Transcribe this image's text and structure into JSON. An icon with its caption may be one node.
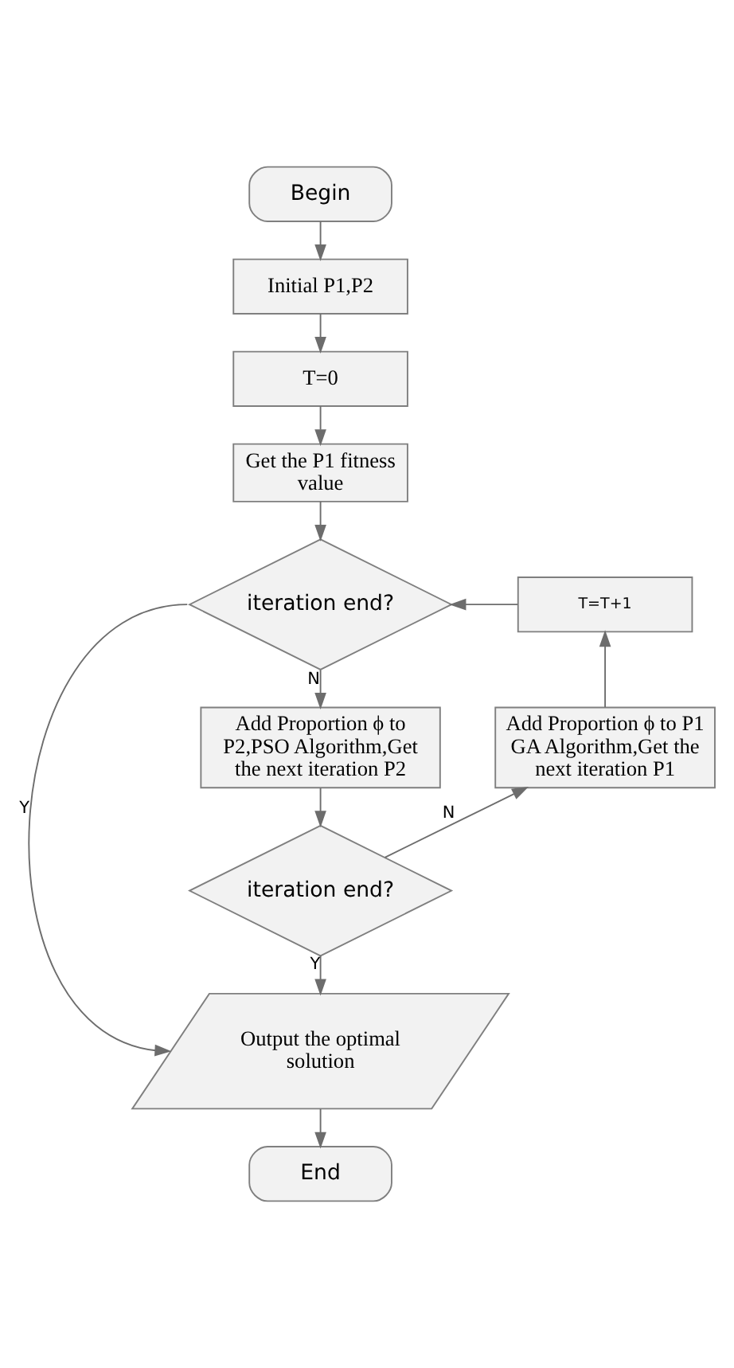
{
  "diagram": {
    "nodes": [
      {
        "text": [
          "Begin"
        ]
      },
      {
        "text": [
          "Initial P1,P2"
        ]
      },
      {
        "text": [
          "T=0"
        ]
      },
      {
        "text": [
          "Get the P1 fitness value"
        ]
      },
      {
        "text": [
          "iteration end?"
        ]
      },
      {
        "text": [
          "Add Proportion ϕ to P2,PSO Algorithm,Get the next iteration P2"
        ]
      },
      {
        "text": [
          "iteration end?"
        ]
      },
      {
        "text": [
          "Add Proportion ϕ to P1 GA Algorithm,Get the next iteration P1"
        ]
      },
      {
        "text": [
          "T=T+1"
        ]
      },
      {
        "text": [
          "Output the optimal solution"
        ]
      },
      {
        "text": [
          "End"
        ]
      }
    ],
    "edges": [
      {
        "from": 0,
        "to": 1,
        "arrow": "to"
      },
      {
        "from": 1,
        "to": 2,
        "arrow": "to"
      },
      {
        "from": 2,
        "to": 3,
        "arrow": "to"
      },
      {
        "from": 3,
        "to": 4,
        "arrow": "to"
      },
      {
        "from": 4,
        "to": 5,
        "arrow": "to",
        "label": "N"
      },
      {
        "from": 4,
        "to": 9,
        "arrow": "to",
        "label": "Y"
      },
      {
        "from": 5,
        "to": 6,
        "arrow": "to"
      },
      {
        "from": 6,
        "to": 9,
        "arrow": "to",
        "label": "Y"
      },
      {
        "from": 6,
        "to": 7,
        "arrow": "to",
        "label": "N"
      },
      {
        "from": 7,
        "to": 8,
        "arrow": "to"
      },
      {
        "from": 8,
        "to": 4,
        "arrow": "to"
      },
      {
        "from": 9,
        "to": 10,
        "arrow": "to"
      }
    ]
  }
}
